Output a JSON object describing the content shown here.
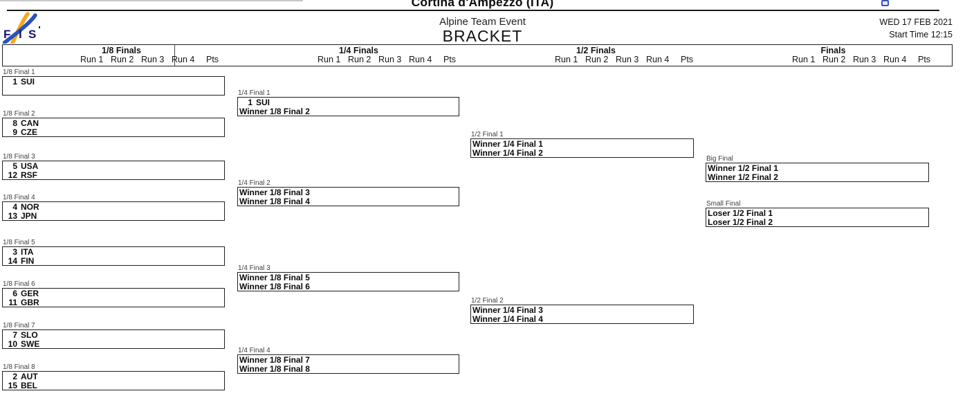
{
  "page": {
    "location": "Cortina d'Ampezzo (ITA)",
    "event": "Alpine Team Event",
    "doc_title": "BRACKET",
    "date": "WED 17 FEB 2021",
    "start_time": "Start Time 12:15"
  },
  "logo": {
    "letters": "FIS",
    "orange": "#F5A71F",
    "blue": "#2A52BE",
    "letter_color": "#15156B"
  },
  "viewer_icon_color": "#3A4FC1",
  "header_columns": [
    {
      "title": "1/8 Finals",
      "runs": [
        "Run 1",
        "Run 2",
        "Run 3",
        "Run 4",
        "Pts"
      ]
    },
    {
      "title": "1/4 Finals",
      "runs": [
        "Run 1",
        "Run 2",
        "Run 3",
        "Run 4",
        "Pts"
      ]
    },
    {
      "title": "1/2 Finals",
      "runs": [
        "Run 1",
        "Run 2",
        "Run 3",
        "Run 4",
        "Pts"
      ]
    },
    {
      "title": "Finals",
      "runs": [
        "Run 1",
        "Run 2",
        "Run 3",
        "Run 4",
        "Pts"
      ]
    }
  ],
  "bracket": {
    "matches": [
      {
        "label": "1/8 Final 1",
        "round": 0,
        "teams": [
          {
            "rank": "1",
            "team": "SUI"
          }
        ]
      },
      {
        "label": "1/8 Final 2",
        "round": 0,
        "teams": [
          {
            "rank": "8",
            "team": "CAN"
          },
          {
            "rank": "9",
            "team": "CZE"
          }
        ]
      },
      {
        "label": "1/8 Final 3",
        "round": 0,
        "teams": [
          {
            "rank": "5",
            "team": "USA"
          },
          {
            "rank": "12",
            "team": "RSF"
          }
        ]
      },
      {
        "label": "1/8 Final 4",
        "round": 0,
        "teams": [
          {
            "rank": "4",
            "team": "NOR"
          },
          {
            "rank": "13",
            "team": "JPN"
          }
        ]
      },
      {
        "label": "1/8 Final 5",
        "round": 0,
        "teams": [
          {
            "rank": "3",
            "team": "ITA"
          },
          {
            "rank": "14",
            "team": "FIN"
          }
        ]
      },
      {
        "label": "1/8 Final 6",
        "round": 0,
        "teams": [
          {
            "rank": "6",
            "team": "GER"
          },
          {
            "rank": "11",
            "team": "GBR"
          }
        ]
      },
      {
        "label": "1/8 Final 7",
        "round": 0,
        "teams": [
          {
            "rank": "7",
            "team": "SLO"
          },
          {
            "rank": "10",
            "team": "SWE"
          }
        ]
      },
      {
        "label": "1/8 Final 8",
        "round": 0,
        "teams": [
          {
            "rank": "2",
            "team": "AUT"
          },
          {
            "rank": "15",
            "team": "BEL"
          }
        ]
      },
      {
        "label": "1/4 Final 1",
        "round": 1,
        "teams": [
          {
            "rank": "1",
            "team": "SUI"
          },
          {
            "rank": "",
            "team": "Winner 1/8 Final 2"
          }
        ]
      },
      {
        "label": "1/4 Final 2",
        "round": 1,
        "teams": [
          {
            "rank": "",
            "team": "Winner 1/8 Final 3"
          },
          {
            "rank": "",
            "team": "Winner 1/8 Final 4"
          }
        ]
      },
      {
        "label": "1/4 Final 3",
        "round": 1,
        "teams": [
          {
            "rank": "",
            "team": "Winner 1/8 Final 5"
          },
          {
            "rank": "",
            "team": "Winner 1/8 Final 6"
          }
        ]
      },
      {
        "label": "1/4 Final 4",
        "round": 1,
        "teams": [
          {
            "rank": "",
            "team": "Winner 1/8 Final 7"
          },
          {
            "rank": "",
            "team": "Winner 1/8 Final 8"
          }
        ]
      },
      {
        "label": "1/2 Final 1",
        "round": 2,
        "teams": [
          {
            "rank": "",
            "team": "Winner 1/4 Final 1"
          },
          {
            "rank": "",
            "team": "Winner 1/4 Final 2"
          }
        ]
      },
      {
        "label": "1/2 Final 2",
        "round": 2,
        "teams": [
          {
            "rank": "",
            "team": "Winner 1/4 Final 3"
          },
          {
            "rank": "",
            "team": "Winner 1/4 Final 4"
          }
        ]
      },
      {
        "label": "Big Final",
        "round": 3,
        "teams": [
          {
            "rank": "",
            "team": "Winner 1/2 Final 1"
          },
          {
            "rank": "",
            "team": "Winner 1/2 Final 2"
          }
        ]
      },
      {
        "label": "Small Final",
        "round": 3,
        "teams": [
          {
            "rank": "",
            "team": "Loser 1/2 Final 1"
          },
          {
            "rank": "",
            "team": "Loser 1/2 Final 2"
          }
        ]
      }
    ]
  }
}
